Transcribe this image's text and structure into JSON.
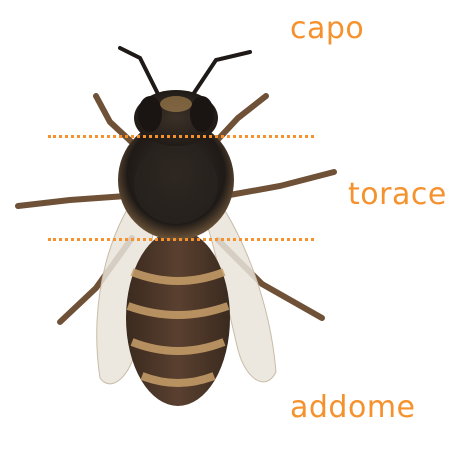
{
  "colors": {
    "label": "#f5922e",
    "divider": "#f5922e",
    "body_dark": "#2a2420",
    "hair": "#b38a55",
    "band_light": "#c9a06a",
    "wing": "#e9e4da",
    "leg": "#6e5137"
  },
  "labels": {
    "head": "capo",
    "thorax": "torace",
    "abdomen": "addome"
  },
  "illustration": "honeybee-top-view"
}
